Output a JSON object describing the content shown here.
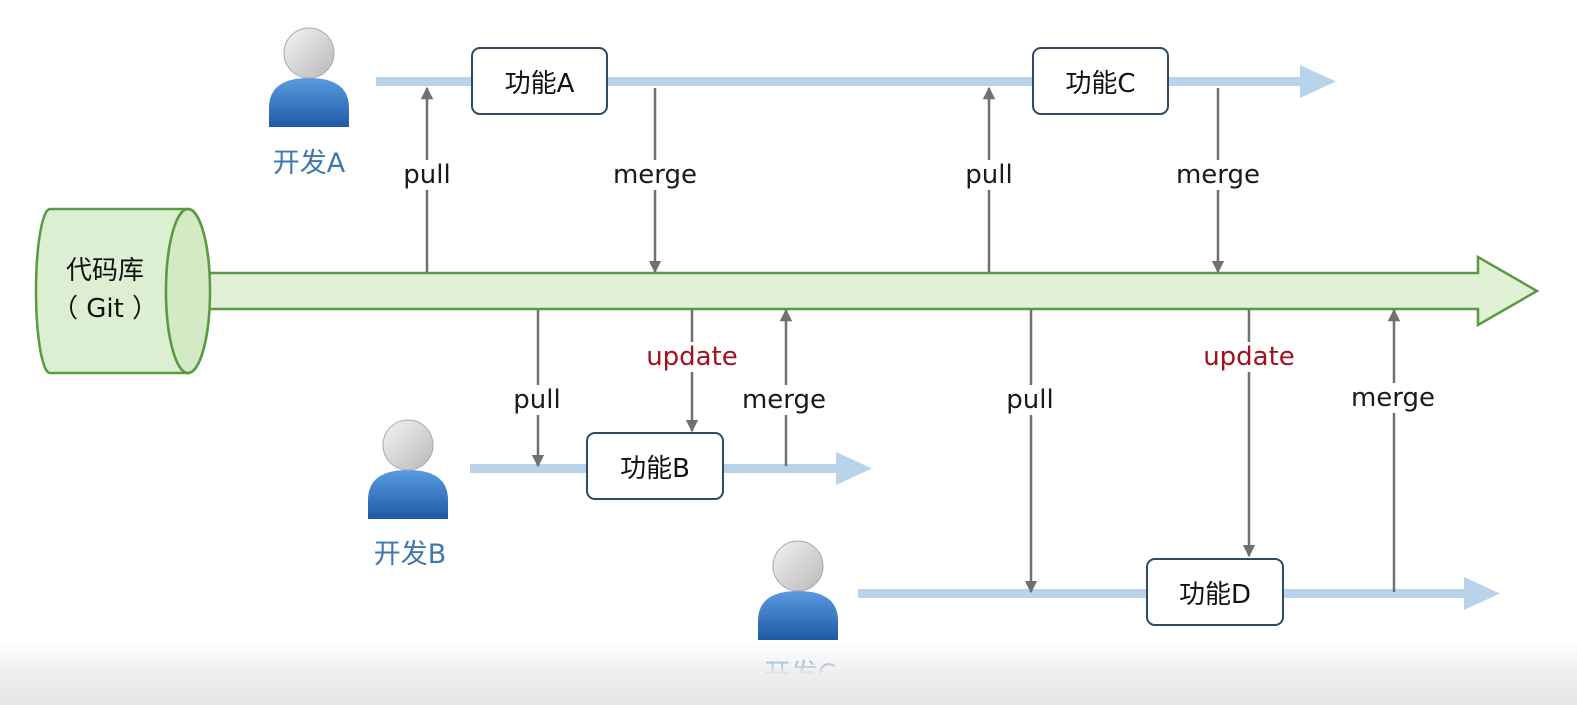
{
  "repo": {
    "name": "代码库",
    "sub": "（ Git ）"
  },
  "developers": [
    {
      "name": "开发A"
    },
    {
      "name": "开发B"
    },
    {
      "name": "开发C"
    }
  ],
  "features": [
    {
      "label": "功能A"
    },
    {
      "label": "功能B"
    },
    {
      "label": "功能C"
    },
    {
      "label": "功能D"
    }
  ],
  "ops": {
    "pull": "pull",
    "merge": "merge",
    "update": "update"
  },
  "colors": {
    "main_fill": "#dcefd2",
    "main_stroke": "#5b9a44",
    "branch": "#b9d3ea",
    "arrow": "#707070",
    "update": "#a3121c",
    "person_body": "#2f6db5",
    "person_head": "#d5d5d5"
  }
}
